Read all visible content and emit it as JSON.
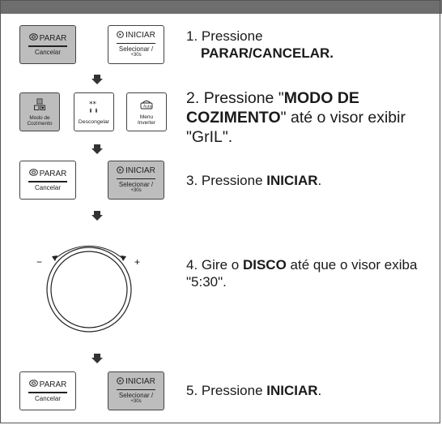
{
  "keys": {
    "parar_label": "PARAR",
    "parar_sub": "Cancelar",
    "iniciar_label": "INICIAR",
    "iniciar_sub": "Selecionar /",
    "iniciar_sub2": "+30s",
    "modo_line1": "Modo de",
    "modo_line2": "Cozimento",
    "descongelar": "Descongelar",
    "auto_tag": "Auto",
    "menu_line1": "Menu",
    "menu_line2": "Inverter"
  },
  "steps": [
    {
      "num": "1.",
      "pre": "Pressione",
      "bold": "PARAR/CANCELAR.",
      "post": ""
    },
    {
      "num": "2.",
      "pre": "Pressione \"",
      "bold": "MODO DE COZIMENTO",
      "post": "\" até o visor exibir \"GrIL\"."
    },
    {
      "num": "3.",
      "pre": "Pressione ",
      "bold": "INICIAR",
      "post": "."
    },
    {
      "num": "4.",
      "pre": "Gire o ",
      "bold": "DISCO",
      "post": " até que o visor exiba \"5:30\"."
    },
    {
      "num": "5.",
      "pre": "Pressione ",
      "bold": "INICIAR",
      "post": "."
    }
  ],
  "dial": {
    "minus": "−",
    "plus": "+"
  },
  "colors": {
    "shaded": "#bdbdbd",
    "topbar": "#6e6e6e",
    "outline": "#444444"
  }
}
